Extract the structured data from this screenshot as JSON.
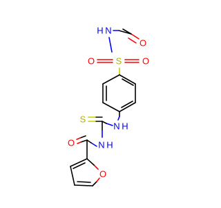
{
  "molecule": {
    "atoms": {
      "o_acetyl": "O",
      "n_sulfonamide": "N",
      "h_sulfonamide": "H",
      "s_sulfonyl": "S",
      "o_sulfonyl_left": "O",
      "o_sulfonyl_right": "O",
      "n_thiourea_upper": "N",
      "h_thiourea_upper": "H",
      "s_thione": "S",
      "n_thiourea_lower": "N",
      "h_thiourea_lower": "H",
      "o_amide": "O",
      "o_furan": "O"
    },
    "colors": {
      "carbon": "#000000",
      "oxygen": "#ff0000",
      "nitrogen": "#0000ff",
      "sulfur": "#cccc00"
    }
  }
}
